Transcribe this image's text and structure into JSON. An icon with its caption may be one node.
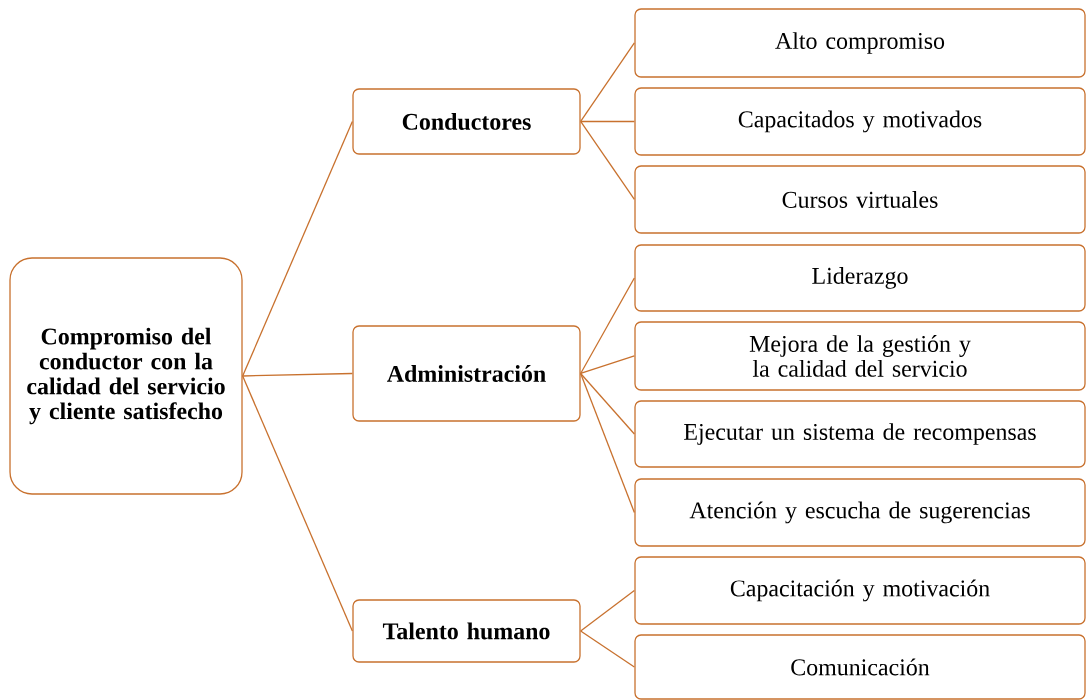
{
  "diagram": {
    "nodes": [
      {
        "text": [
          "Compromiso del conductor con la calidad del servicio y cliente satisfecho"
        ]
      },
      {
        "text": [
          "Conductores"
        ]
      },
      {
        "text": [
          "Administración"
        ]
      },
      {
        "text": [
          "Talento humano"
        ]
      },
      {
        "text": [
          "Alto compromiso"
        ]
      },
      {
        "text": [
          "Capacitados y motivados"
        ]
      },
      {
        "text": [
          "Cursos virtuales"
        ]
      },
      {
        "text": [
          "Liderazgo"
        ]
      },
      {
        "text": [
          "Mejora de la gestión y la calidad del servicio"
        ]
      },
      {
        "text": [
          "Ejecutar un sistema de recompensas"
        ]
      },
      {
        "text": [
          "Atención y escucha de sugerencias"
        ]
      },
      {
        "text": [
          "Capacitación y motivación"
        ]
      },
      {
        "text": [
          "Comunicación"
        ]
      }
    ],
    "edges": [
      {
        "from": 0,
        "to": 1,
        "arrow": "none"
      },
      {
        "from": 0,
        "to": 2,
        "arrow": "none"
      },
      {
        "from": 0,
        "to": 3,
        "arrow": "none"
      },
      {
        "from": 1,
        "to": 4,
        "arrow": "none"
      },
      {
        "from": 1,
        "to": 5,
        "arrow": "none"
      },
      {
        "from": 1,
        "to": 6,
        "arrow": "none"
      },
      {
        "from": 2,
        "to": 7,
        "arrow": "none"
      },
      {
        "from": 2,
        "to": 8,
        "arrow": "none"
      },
      {
        "from": 2,
        "to": 9,
        "arrow": "none"
      },
      {
        "from": 2,
        "to": 10,
        "arrow": "none"
      },
      {
        "from": 3,
        "to": 11,
        "arrow": "none"
      },
      {
        "from": 3,
        "to": 12,
        "arrow": "none"
      }
    ]
  }
}
